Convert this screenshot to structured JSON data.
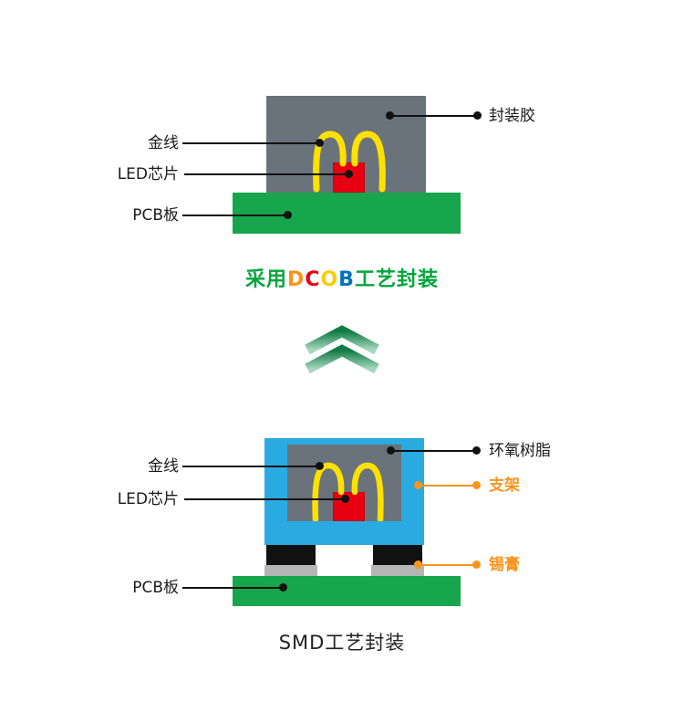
{
  "colors": {
    "encapsulant_gray": "#6a737b",
    "pcb_green": "#17a64b",
    "chip_red": "#e60012",
    "wire_yellow": "#ffe100",
    "bracket_blue": "#29abe2",
    "solder_gray": "#b5b5b5",
    "foot_black": "#111111",
    "accent_orange": "#f7941d",
    "caption_green": "#00a63c"
  },
  "top_diagram": {
    "labels": {
      "gold_wire": "金线",
      "led_chip": "LED芯片",
      "pcb_board": "PCB板",
      "encapsulant": "封装胶"
    },
    "caption_parts": [
      {
        "text": "采用",
        "color": "#00a63c"
      },
      {
        "text": "D",
        "color": "#f7941d"
      },
      {
        "text": "C",
        "color": "#e60012"
      },
      {
        "text": "O",
        "color": "#ffcb05"
      },
      {
        "text": "B",
        "color": "#0072bc"
      },
      {
        "text": "工艺封装",
        "color": "#00a63c"
      }
    ]
  },
  "bottom_diagram": {
    "labels": {
      "gold_wire": "金线",
      "led_chip": "LED芯片",
      "pcb_board": "PCB板",
      "epoxy_resin": "环氧树脂",
      "bracket": "支架",
      "solder_paste": "锡膏"
    },
    "caption": "SMD工艺封装"
  }
}
